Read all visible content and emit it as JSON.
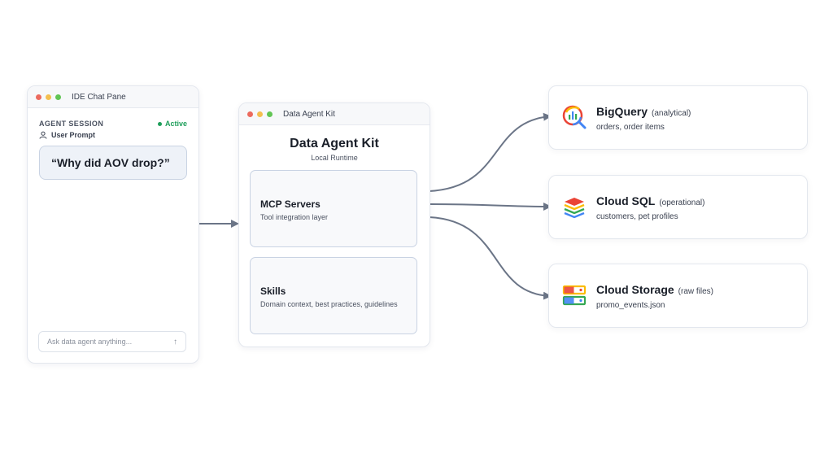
{
  "chat": {
    "title": "IDE Chat Pane",
    "session_label": "AGENT SESSION",
    "status": "Active",
    "prompt_label": "User Prompt",
    "prompt_text": "“Why did AOV drop?”",
    "input_placeholder": "Ask data agent anything..."
  },
  "kit": {
    "window_title": "Data Agent Kit",
    "title": "Data Agent Kit",
    "subtitle": "Local Runtime",
    "components": [
      {
        "name": "MCP Servers",
        "description": "Tool integration layer"
      },
      {
        "name": "Skills",
        "description": "Domain context, best practices, guidelines"
      }
    ]
  },
  "sources": [
    {
      "name": "BigQuery",
      "kind": "(analytical)",
      "tables": "orders, order items",
      "icon": "bigquery-icon"
    },
    {
      "name": "Cloud SQL",
      "kind": "(operational)",
      "tables": "customers, pet profiles",
      "icon": "cloud-sql-icon"
    },
    {
      "name": "Cloud Storage",
      "kind": "(raw files)",
      "tables": "promo_events.json",
      "icon": "cloud-storage-icon"
    }
  ],
  "colors": {
    "connector": "#6b7587",
    "active": "#1e9e5a",
    "google_blue": "#4285f4",
    "google_red": "#ea4335",
    "google_yellow": "#fbbc04",
    "google_green": "#34a853"
  }
}
